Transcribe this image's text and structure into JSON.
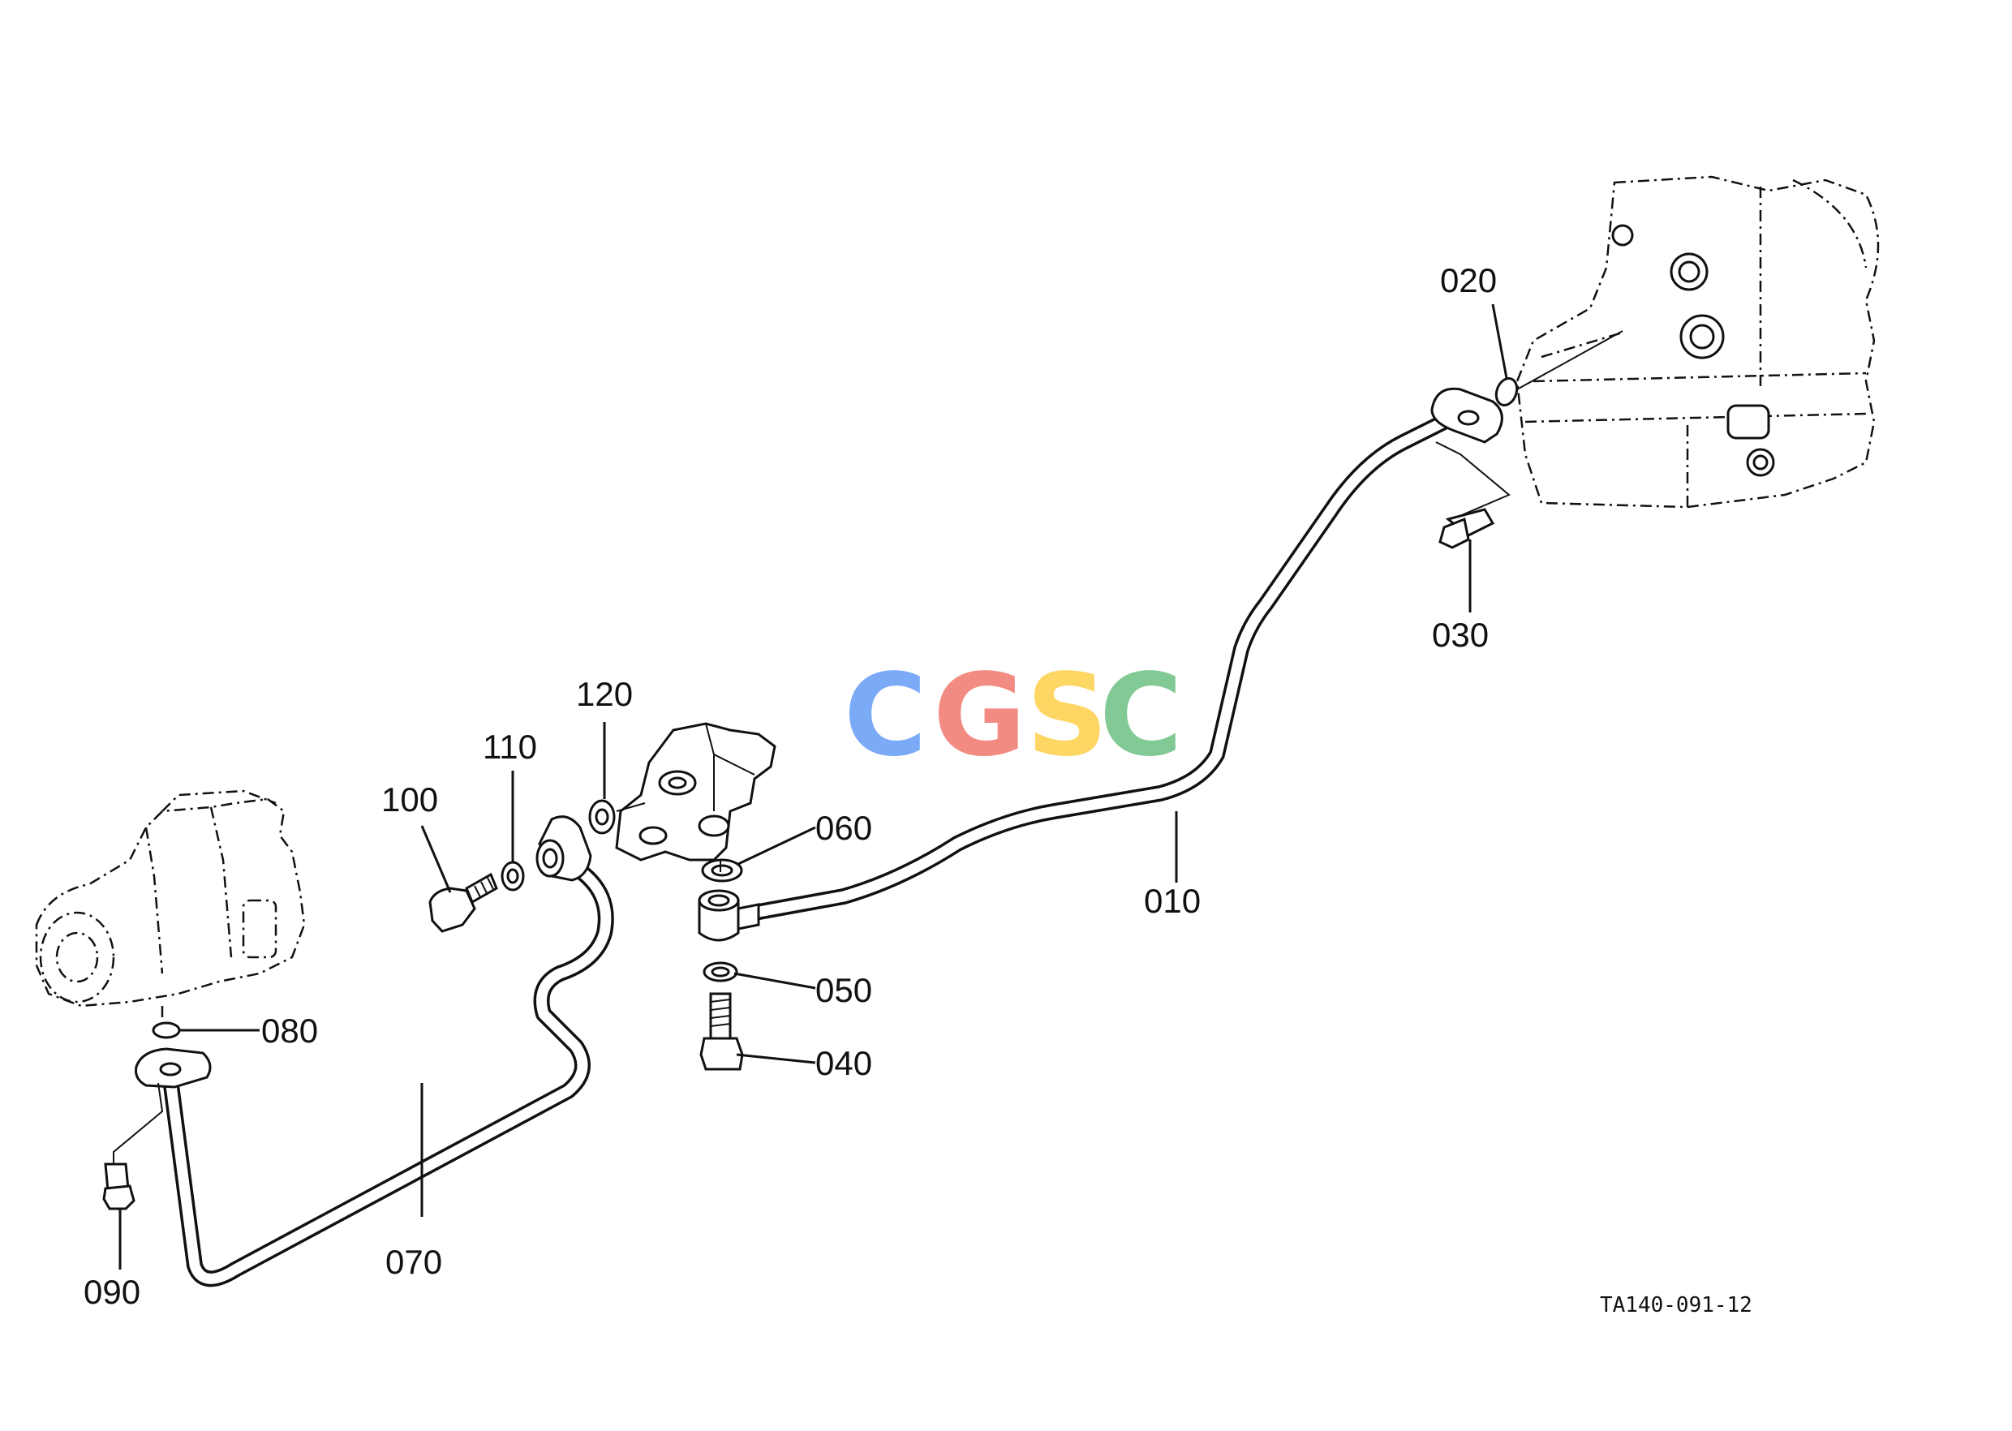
{
  "diagram": {
    "drawing_code": "TA140-091-12",
    "watermark": {
      "letters": [
        "C",
        "G",
        "S",
        "C"
      ],
      "colors": [
        "#7baaf7",
        "#f28b82",
        "#fdd663",
        "#81c995"
      ]
    },
    "callouts": [
      {
        "id": "010",
        "label": "010"
      },
      {
        "id": "020",
        "label": "020"
      },
      {
        "id": "030",
        "label": "030"
      },
      {
        "id": "040",
        "label": "040"
      },
      {
        "id": "050",
        "label": "050"
      },
      {
        "id": "060",
        "label": "060"
      },
      {
        "id": "070",
        "label": "070"
      },
      {
        "id": "080",
        "label": "080"
      },
      {
        "id": "090",
        "label": "090"
      },
      {
        "id": "100",
        "label": "100"
      },
      {
        "id": "110",
        "label": "110"
      },
      {
        "id": "120",
        "label": "120"
      }
    ]
  }
}
